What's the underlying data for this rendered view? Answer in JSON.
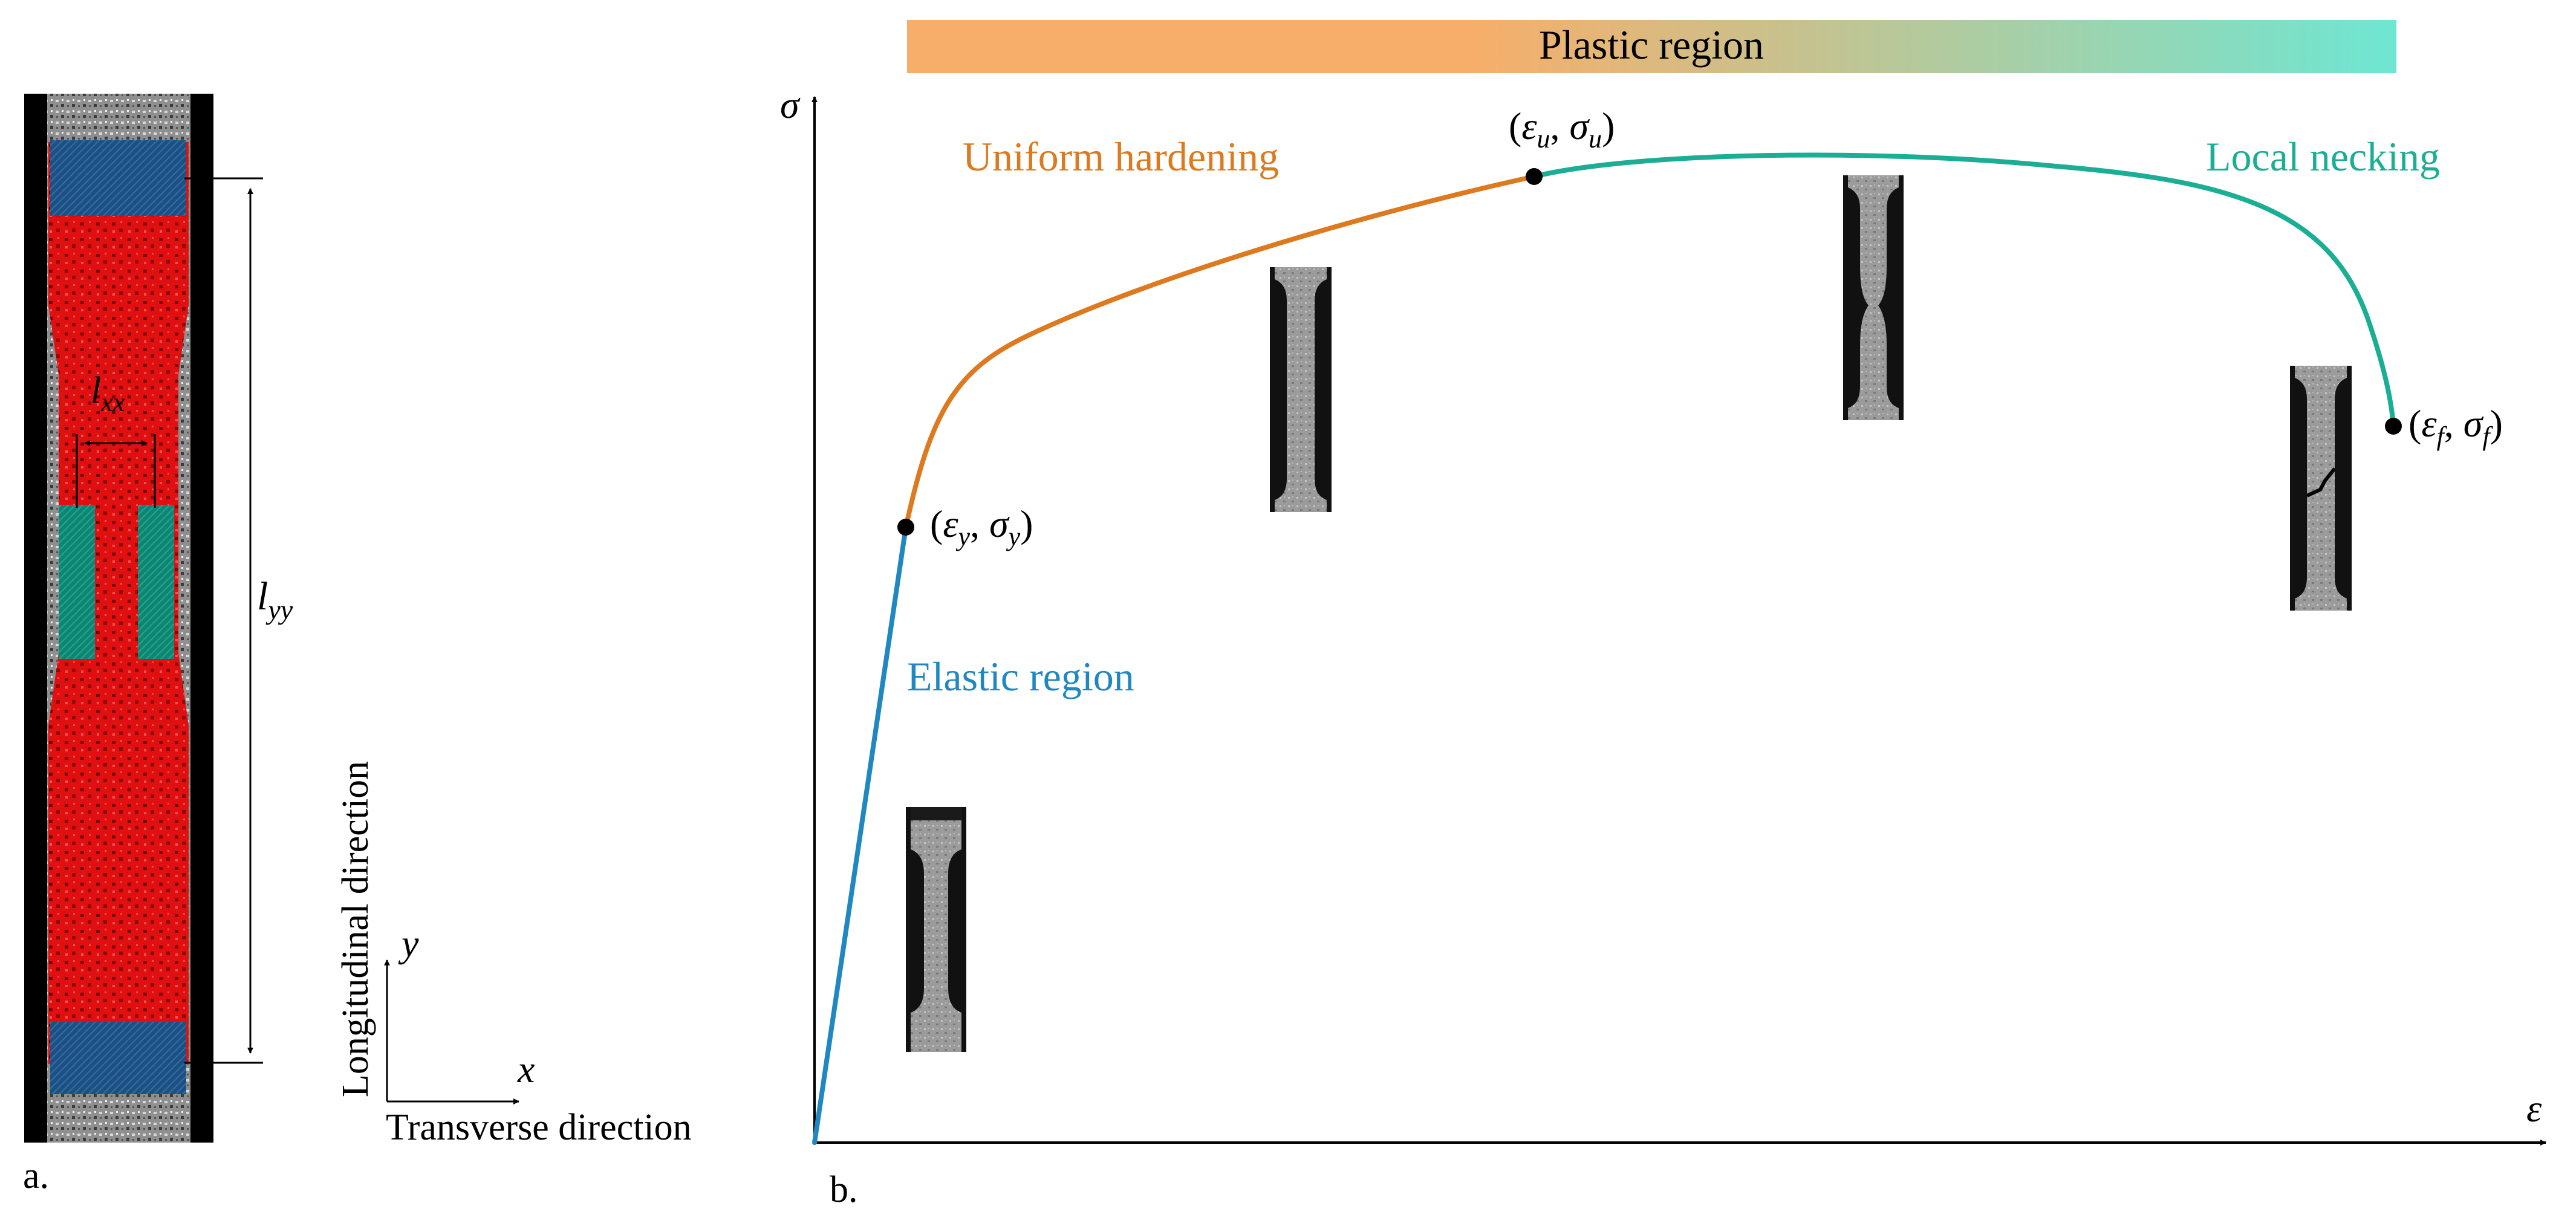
{
  "panel_a": {
    "label": "a.",
    "dims": {
      "lxx": {
        "base": "l",
        "sub": "xx"
      },
      "lyy": {
        "base": "l",
        "sub": "yy"
      }
    },
    "axes": {
      "x": "x",
      "y": "y",
      "x_caption": "Transverse direction",
      "y_caption": "Longitudinal direction"
    }
  },
  "panel_b": {
    "label": "b.",
    "banner": {
      "text": "Plastic region",
      "color_start": "#F7AE6A",
      "color_end": "#6EE6D2"
    },
    "axes": {
      "sigma": "σ",
      "epsilon": "ε"
    },
    "regions": {
      "elastic": {
        "text": "Elastic region",
        "color": "#1F88C0"
      },
      "hardening": {
        "text": "Uniform hardening",
        "color": "#DD7A1F"
      },
      "necking": {
        "text": "Local necking",
        "color": "#1AAE94"
      }
    },
    "points": {
      "yield": {
        "eps": "ε",
        "eps_sub": "y",
        "sig": "σ",
        "sig_sub": "y"
      },
      "ultimate": {
        "eps": "ε",
        "eps_sub": "u",
        "sig": "σ",
        "sig_sub": "u"
      },
      "fracture": {
        "eps": "ε",
        "eps_sub": "f",
        "sig": "σ",
        "sig_sub": "f"
      }
    }
  }
}
